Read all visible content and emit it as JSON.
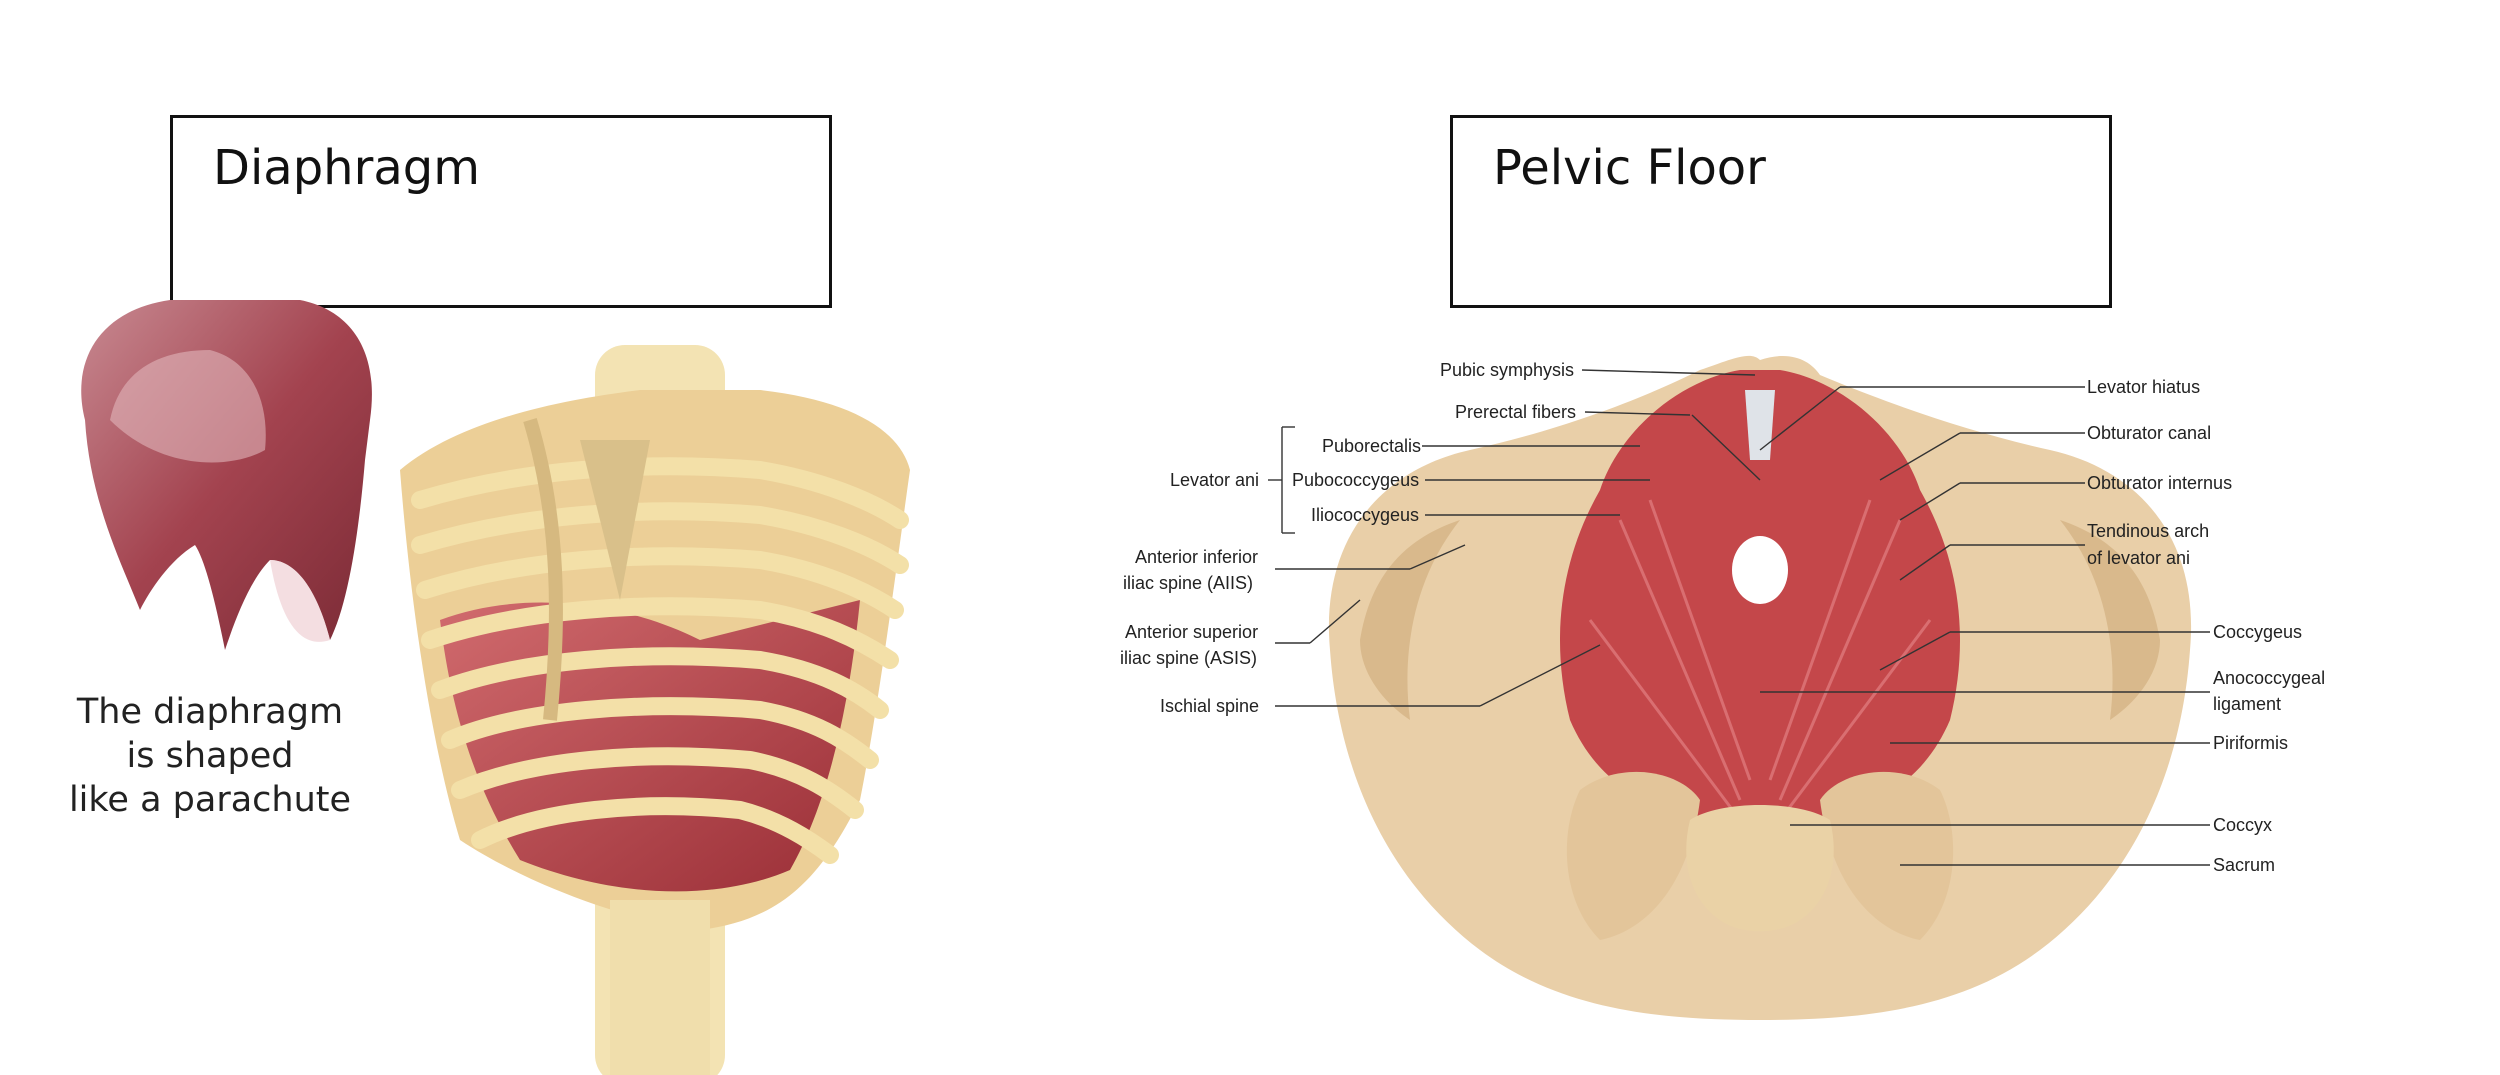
{
  "left_panel": {
    "title": "Diaphragm",
    "caption_lines": [
      "The diaphragm",
      "is shaped",
      "like a parachute"
    ]
  },
  "right_panel": {
    "title": "Pelvic Floor",
    "labels": {
      "pubic_symphysis": "Pubic symphysis",
      "prerectal_fibers": "Prerectal fibers",
      "puborectalis": "Puborectalis",
      "levator_ani": "Levator ani",
      "pubococcygeus": "Pubococcygeus",
      "iliococcygeus": "Iliococcygeus",
      "aiis_1": "Anterior inferior",
      "aiis_2": "iliac spine (AIIS)",
      "asis_1": "Anterior superior",
      "asis_2": "iliac spine (ASIS)",
      "ischial_spine": "Ischial spine",
      "levator_hiatus": "Levator hiatus",
      "obturator_canal": "Obturator canal",
      "obturator_internus": "Obturator internus",
      "tendinous_1": "Tendinous arch",
      "tendinous_2": "of levator ani",
      "coccygeus": "Coccygeus",
      "anococcygeal_1": "Anococcygeal",
      "anococcygeal_2": "ligament",
      "piriformis": "Piriformis",
      "coccyx": "Coccyx",
      "sacrum": "Sacrum"
    }
  },
  "colors": {
    "bone": "#e9cfa8",
    "bone_shadow": "#d9b98c",
    "muscle": "#c4474a",
    "muscle_dark": "#9c2f35",
    "diaphragm": "#b35a63",
    "cartilage": "#c9a3a0"
  }
}
